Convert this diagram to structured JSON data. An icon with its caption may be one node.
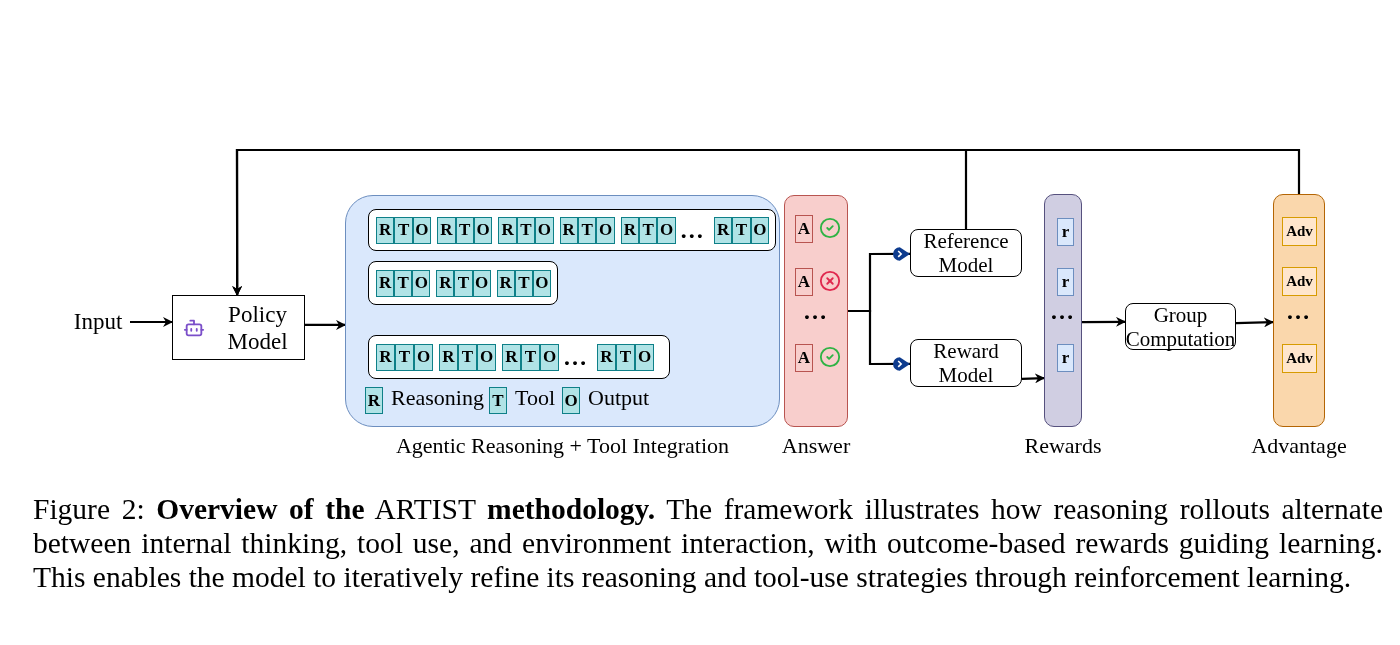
{
  "diagram": {
    "caption": "Figure 2: **Overview of the** ARTIST **methodology.** The framework illustrates how reasoning rollouts alternate between internal thinking, tool use, and environment interaction, with outcome-based rewards guiding learning. This enables the model to iteratively refine its reasoning and tool-use strategies through reinforcement learning.",
    "nodes": [
      {
        "text": [
          "Input"
        ]
      },
      {
        "text": [
          "Policy Model"
        ]
      },
      {
        "text": [
          "Agentic Reasoning + Tool Integration"
        ]
      },
      {
        "text": [
          "…"
        ],
        "in": 2
      },
      {
        "text": [
          "R"
        ],
        "in": 3
      },
      {
        "text": [
          "T"
        ],
        "in": 3
      },
      {
        "text": [
          "O"
        ],
        "in": 3
      },
      {
        "text": [
          "R"
        ],
        "in": 3
      },
      {
        "text": [
          "T"
        ],
        "in": 3
      },
      {
        "text": [
          "O"
        ],
        "in": 3
      },
      {
        "text": [
          "R"
        ],
        "in": 3
      },
      {
        "text": [
          "T"
        ],
        "in": 3
      },
      {
        "text": [
          "O"
        ],
        "in": 3
      },
      {
        "text": [
          "R"
        ],
        "in": 3
      },
      {
        "text": [
          "T"
        ],
        "in": 3
      },
      {
        "text": [
          "O"
        ],
        "in": 3
      },
      {
        "text": [
          "R"
        ],
        "in": 3
      },
      {
        "text": [
          "T"
        ],
        "in": 3
      },
      {
        "text": [
          "O"
        ],
        "in": 3
      },
      {
        "text": [
          "R"
        ],
        "in": 3
      },
      {
        "text": [
          "T"
        ],
        "in": 3
      },
      {
        "text": [
          "O"
        ],
        "in": 3
      },
      {
        "text": [],
        "shape": "box",
        "in": 2
      },
      {
        "text": [
          "R"
        ],
        "in": 22
      },
      {
        "text": [
          "T"
        ],
        "in": 22
      },
      {
        "text": [
          "O"
        ],
        "in": 22
      },
      {
        "text": [
          "R"
        ],
        "in": 22
      },
      {
        "text": [
          "T"
        ],
        "in": 22
      },
      {
        "text": [
          "O"
        ],
        "in": 22
      },
      {
        "text": [
          "R"
        ],
        "in": 22
      },
      {
        "text": [
          "T"
        ],
        "in": 22
      },
      {
        "text": [
          "O"
        ],
        "in": 22
      },
      {
        "text": [
          "…"
        ],
        "in": 2
      },
      {
        "text": [
          "R"
        ],
        "in": 32
      },
      {
        "text": [
          "T"
        ],
        "in": 32
      },
      {
        "text": [
          "O"
        ],
        "in": 32
      },
      {
        "text": [
          "R"
        ],
        "in": 32
      },
      {
        "text": [
          "T"
        ],
        "in": 32
      },
      {
        "text": [
          "O"
        ],
        "in": 32
      },
      {
        "text": [
          "R"
        ],
        "in": 32
      },
      {
        "text": [
          "T"
        ],
        "in": 32
      },
      {
        "text": [
          "O"
        ],
        "in": 32
      },
      {
        "text": [
          "R"
        ],
        "in": 32
      },
      {
        "text": [
          "T"
        ],
        "in": 32
      },
      {
        "text": [
          "O"
        ],
        "in": 32
      },
      {
        "text": [
          "R"
        ],
        "in": 2,
        "beside": [
          "Reasoning"
        ]
      },
      {
        "text": [
          "T"
        ],
        "in": 2,
        "beside": [
          "Tool"
        ]
      },
      {
        "text": [
          "O"
        ],
        "in": 2,
        "beside": [
          "Output"
        ]
      },
      {
        "text": [
          "…",
          "Answer"
        ]
      },
      {
        "text": [
          "A"
        ],
        "in": 48
      },
      {
        "text": [
          "A"
        ],
        "in": 48
      },
      {
        "text": [
          "A"
        ],
        "in": 48
      },
      {
        "text": [
          "Reference Model"
        ]
      },
      {
        "text": [
          "Reward Model"
        ]
      },
      {
        "text": [
          "…",
          "Rewards"
        ]
      },
      {
        "text": [
          "r"
        ],
        "in": 54
      },
      {
        "text": [
          "r"
        ],
        "in": 54
      },
      {
        "text": [
          "r"
        ],
        "in": 54
      },
      {
        "text": [
          "Group Computation"
        ]
      },
      {
        "text": [
          "…",
          "Advantage"
        ]
      },
      {
        "text": [
          "Adv"
        ],
        "in": 59
      },
      {
        "text": [
          "Adv"
        ],
        "in": 59
      },
      {
        "text": [
          "Adv"
        ],
        "in": 59
      }
    ],
    "edges": [
      {
        "from": 0,
        "to": 1,
        "arrow": "to"
      },
      {
        "from": 1,
        "to": 2,
        "arrow": "to"
      },
      {
        "from": 48,
        "to": 52,
        "arrow": "to"
      },
      {
        "from": 48,
        "to": 53,
        "arrow": "to"
      },
      {
        "from": 53,
        "to": 54,
        "arrow": "to"
      },
      {
        "from": 54,
        "to": 58,
        "arrow": "to"
      },
      {
        "from": 58,
        "to": 59,
        "arrow": "to"
      },
      {
        "from": 59,
        "to": 1,
        "arrow": "to"
      },
      {
        "from": 52,
        "to": 1,
        "arrow": "to"
      }
    ]
  }
}
